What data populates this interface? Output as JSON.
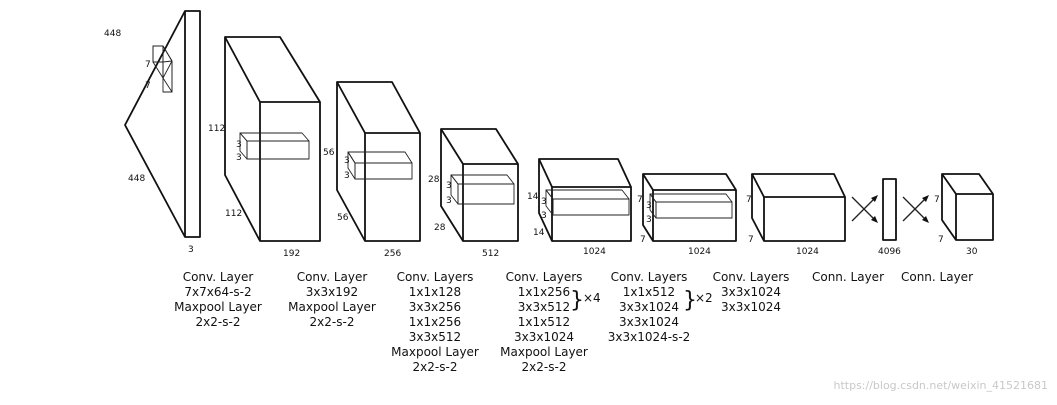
{
  "input": {
    "height": "448",
    "width": "448",
    "depth": "3",
    "kernel_h": "7",
    "kernel_w": "7"
  },
  "blocks": [
    {
      "name": "conv1",
      "h": "112",
      "w": "112",
      "depth": "192",
      "kh": "3",
      "kw": "3",
      "caption": [
        "Conv. Layer",
        "7x7x64-s-2",
        "Maxpool Layer",
        "2x2-s-2"
      ]
    },
    {
      "name": "conv2",
      "h": "56",
      "w": "56",
      "depth": "256",
      "kh": "3",
      "kw": "3",
      "caption": [
        "Conv. Layer",
        "3x3x192",
        "Maxpool Layer",
        "2x2-s-2"
      ]
    },
    {
      "name": "conv3",
      "h": "28",
      "w": "28",
      "depth": "512",
      "kh": "3",
      "kw": "3",
      "caption": [
        "Conv. Layers",
        "1x1x128",
        "3x3x256",
        "1x1x256",
        "3x3x512",
        "Maxpool Layer",
        "2x2-s-2"
      ]
    },
    {
      "name": "conv4",
      "h": "14",
      "w": "14",
      "depth": "1024",
      "kh": "3",
      "kw": "3",
      "caption": [
        "Conv. Layers",
        "1x1x256",
        "3x3x512",
        "1x1x512",
        "3x3x1024",
        "Maxpool Layer",
        "2x2-s-2"
      ],
      "repeat": "×4"
    },
    {
      "name": "conv5",
      "h": "7",
      "w": "7",
      "depth": "1024",
      "kh": "3",
      "kw": "3",
      "caption": [
        "Conv. Layers",
        "1x1x512",
        "3x3x1024",
        "3x3x1024",
        "3x3x1024-s-2"
      ],
      "repeat": "×2"
    },
    {
      "name": "conv6",
      "h": "7",
      "w": "7",
      "depth": "1024",
      "caption": [
        "Conv. Layers",
        "3x3x1024",
        "3x3x1024"
      ]
    }
  ],
  "fc1": {
    "size": "4096",
    "caption": [
      "Conn. Layer"
    ]
  },
  "fc2": {
    "h": "7",
    "w": "7",
    "depth": "30",
    "caption": [
      "Conn. Layer"
    ]
  },
  "watermark": "https://blog.csdn.net/weixin_41521681"
}
